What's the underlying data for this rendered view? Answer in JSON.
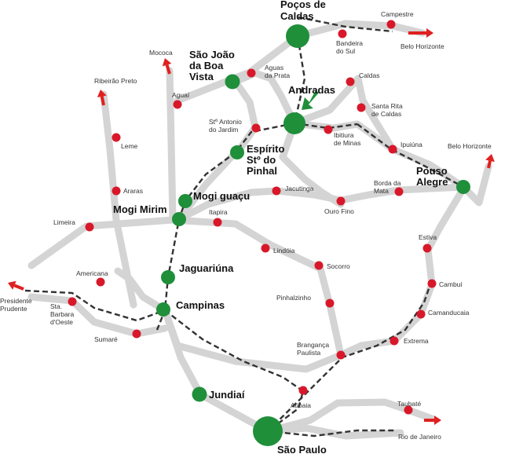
{
  "colors": {
    "major": "#1f8f3a",
    "minor": "#d8182a",
    "road": "#d4d4d4",
    "rail": "#333333",
    "arrow": "#e02020"
  },
  "cities_major": [
    {
      "name": "Poços de Caldas",
      "lines": [
        "Poços de",
        "Caldas"
      ]
    },
    {
      "name": "São João da Boa Vista",
      "lines": [
        "São João",
        "da Boa",
        "Vista"
      ]
    },
    {
      "name": "Andradas",
      "lines": [
        "Andradas"
      ]
    },
    {
      "name": "Espírito Stº do Pinhal",
      "lines": [
        "Espírito",
        "Stº do",
        "Pinhal"
      ]
    },
    {
      "name": "Mogi guaçu",
      "lines": [
        "Mogi guaçu"
      ]
    },
    {
      "name": "Mogi Mirim",
      "lines": [
        "Mogi Mirim"
      ]
    },
    {
      "name": "Pouso Alegre",
      "lines": [
        "Pouso",
        "Alegre"
      ]
    },
    {
      "name": "Jaguariúna",
      "lines": [
        "Jaguariúna"
      ]
    },
    {
      "name": "Campinas",
      "lines": [
        "Campinas"
      ]
    },
    {
      "name": "Jundiaí",
      "lines": [
        "Jundiaí"
      ]
    },
    {
      "name": "São Paulo",
      "lines": [
        "São Paulo"
      ]
    }
  ],
  "cities_minor": [
    {
      "name": "Campestre",
      "lines": [
        "Campestre"
      ]
    },
    {
      "name": "Bandeira do Sul",
      "lines": [
        "Bandeira",
        "do Sul"
      ]
    },
    {
      "name": "Aguas da Prata",
      "lines": [
        "Aguas",
        "da Prata"
      ]
    },
    {
      "name": "Caldas",
      "lines": [
        "Caldas"
      ]
    },
    {
      "name": "Aguaí",
      "lines": [
        "Aguaí"
      ]
    },
    {
      "name": "Santa Rita de Caldas",
      "lines": [
        "Santa Rita",
        "de Caldas"
      ]
    },
    {
      "name": "Stº Antonio do Jardim",
      "lines": [
        "Stº Antonio",
        "do Jardim"
      ]
    },
    {
      "name": "Ibitiura de Minas",
      "lines": [
        "Ibitiura",
        "de Minas"
      ]
    },
    {
      "name": "Ipuiúna",
      "lines": [
        "Ipuiúna"
      ]
    },
    {
      "name": "Leme",
      "lines": [
        "Leme"
      ]
    },
    {
      "name": "Araras",
      "lines": [
        "Araras"
      ]
    },
    {
      "name": "Jacutinga",
      "lines": [
        "Jacutinga"
      ]
    },
    {
      "name": "Borda da Mata",
      "lines": [
        "Borda da",
        "Mata"
      ]
    },
    {
      "name": "Itapira",
      "lines": [
        "Itapira"
      ]
    },
    {
      "name": "Ouro Fino",
      "lines": [
        "Ouro Fino"
      ]
    },
    {
      "name": "Limeira",
      "lines": [
        "Limeira"
      ]
    },
    {
      "name": "Lindóia",
      "lines": [
        "Lindóia"
      ]
    },
    {
      "name": "Estiva",
      "lines": [
        "Estiva"
      ]
    },
    {
      "name": "Socorro",
      "lines": [
        "Socorro"
      ]
    },
    {
      "name": "Americana",
      "lines": [
        "Americana"
      ]
    },
    {
      "name": "Cambuí",
      "lines": [
        "Cambuí"
      ]
    },
    {
      "name": "Sta. Barbara d'Oeste",
      "lines": [
        "Sta.",
        "Barbara",
        "d'Oeste"
      ]
    },
    {
      "name": "Pinhalzinho",
      "lines": [
        "Pinhalzinho"
      ]
    },
    {
      "name": "Camanducaia",
      "lines": [
        "Camanducaia"
      ]
    },
    {
      "name": "Sumaré",
      "lines": [
        "Sumaré"
      ]
    },
    {
      "name": "Extrema",
      "lines": [
        "Extrema"
      ]
    },
    {
      "name": "Bragança Paulista",
      "lines": [
        "Brangança",
        "Paulista"
      ]
    },
    {
      "name": "Atibaia",
      "lines": [
        "Atibaia"
      ]
    },
    {
      "name": "Taubaté",
      "lines": [
        "Taubaté"
      ]
    }
  ],
  "destinations": [
    {
      "name": "Belo Horizonte (north)",
      "lines": [
        "Belo Horizonte"
      ],
      "icon": "red-arrow-icon"
    },
    {
      "name": "Mococa",
      "lines": [
        "Mococa"
      ],
      "icon": "red-arrow-icon"
    },
    {
      "name": "Ribeirão Preto",
      "lines": [
        "Ribeirão Preto"
      ],
      "icon": "red-arrow-icon"
    },
    {
      "name": "Belo Horizonte (east)",
      "lines": [
        "Belo Horizonte"
      ],
      "icon": "red-arrow-icon"
    },
    {
      "name": "Presidente Prudente",
      "lines": [
        "Presidente",
        "Prudente"
      ],
      "icon": "red-arrow-icon"
    },
    {
      "name": "Rio de Janeiro",
      "lines": [
        "Rio de Janeiro"
      ],
      "icon": "red-arrow-icon"
    }
  ]
}
